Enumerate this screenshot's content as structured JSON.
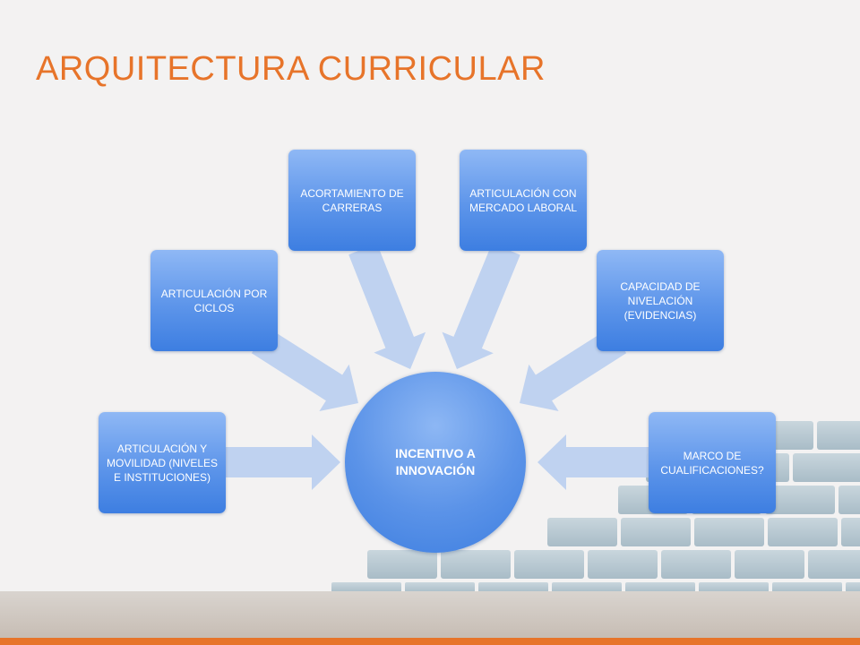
{
  "slide": {
    "title": "ARQUITECTURA CURRICULAR",
    "center": "INCENTIVO A INNOVACIÓN",
    "boxes": [
      {
        "label": "ARTICULACIÓN Y MOVILIDAD (NIVELES E INSTITUCIONES)"
      },
      {
        "label": "ARTICULACIÓN POR CICLOS"
      },
      {
        "label": "ACORTAMIENTO DE CARRERAS"
      },
      {
        "label": "ARTICULACIÓN CON MERCADO LABORAL"
      },
      {
        "label": "CAPACIDAD DE NIVELACIÓN (EVIDENCIAS)"
      },
      {
        "label": "MARCO DE CUALIFICACIONES?"
      }
    ]
  },
  "colors": {
    "title": "#e7742a",
    "accent_bar": "#e7742a",
    "node_fill": "#5d95ea",
    "arrow_fill": "#bcd0ef",
    "brick": "#b9c9d2"
  }
}
